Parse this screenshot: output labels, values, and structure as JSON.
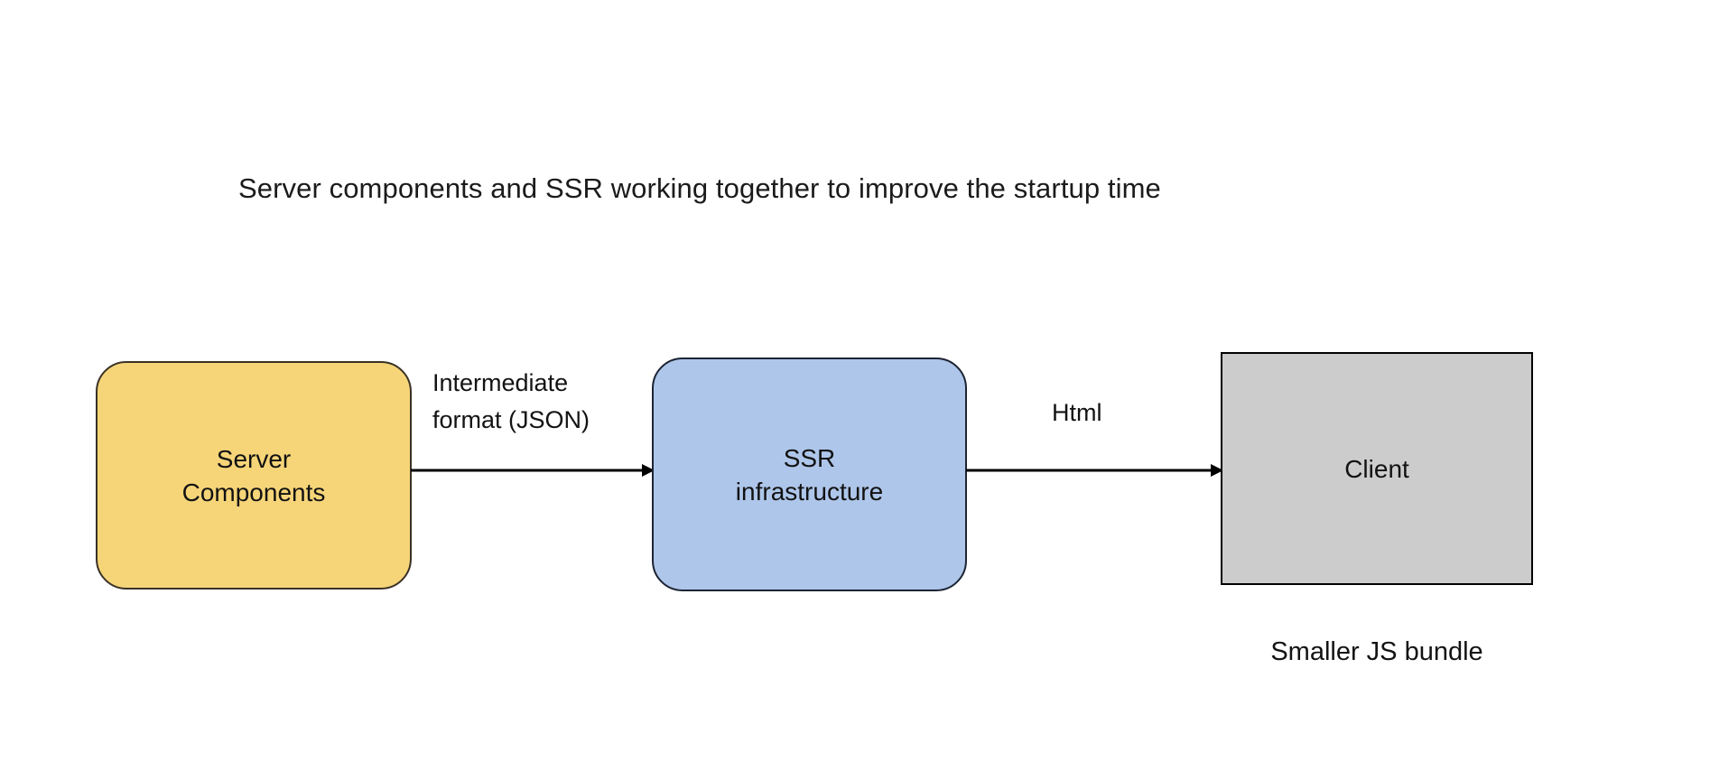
{
  "diagram": {
    "title": "Server components and SSR working together to improve the startup time",
    "background_color": "#ffffff",
    "type": "flow-diagram",
    "nodes": [
      {
        "id": "server-components",
        "label": "Server\nComponents",
        "shape": "rounded-rectangle",
        "fill_color": "#f6d579",
        "border_color": "#3a3226"
      },
      {
        "id": "ssr-infrastructure",
        "label": "SSR\ninfrastructure",
        "shape": "rounded-rectangle",
        "fill_color": "#aec6ea",
        "border_color": "#1c2433"
      },
      {
        "id": "client",
        "label": "Client",
        "shape": "rectangle",
        "fill_color": "#cccccc",
        "border_color": "#000000"
      }
    ],
    "edges": [
      {
        "id": "server-to-ssr",
        "from": "server-components",
        "to": "ssr-infrastructure",
        "label": "Intermediate\nformat (JSON)",
        "arrow": "single-head-right",
        "color": "#000000"
      },
      {
        "id": "ssr-to-client",
        "from": "ssr-infrastructure",
        "to": "client",
        "label": "Html",
        "arrow": "single-head-right",
        "color": "#000000"
      }
    ],
    "captions": [
      {
        "id": "client-caption",
        "text": "Smaller JS bundle",
        "attached_to": "client"
      }
    ]
  }
}
